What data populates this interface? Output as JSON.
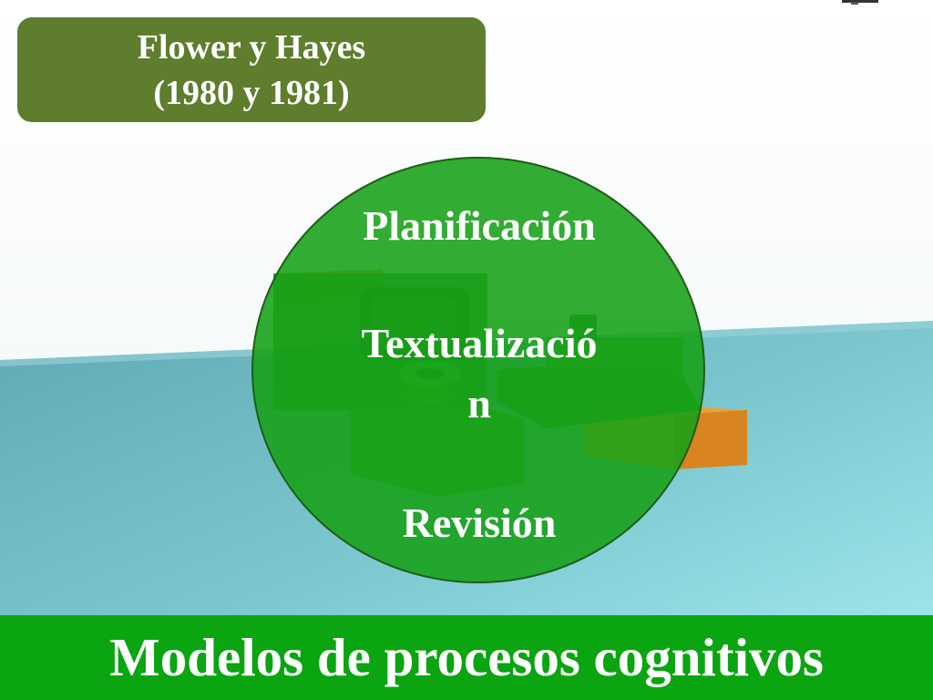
{
  "header": {
    "title_line1": "Flower y Hayes",
    "title_line2": "(1980 y 1981)"
  },
  "circle": {
    "items": [
      "Planificación",
      "Textualizació",
      "n",
      "Revisión"
    ]
  },
  "banner": {
    "text": "Modelos de procesos cognitivos"
  },
  "colors": {
    "title_box": "#5e7d2d",
    "circle": "#16a016",
    "banner": "#0aa510",
    "table": "#7cc7cf"
  }
}
